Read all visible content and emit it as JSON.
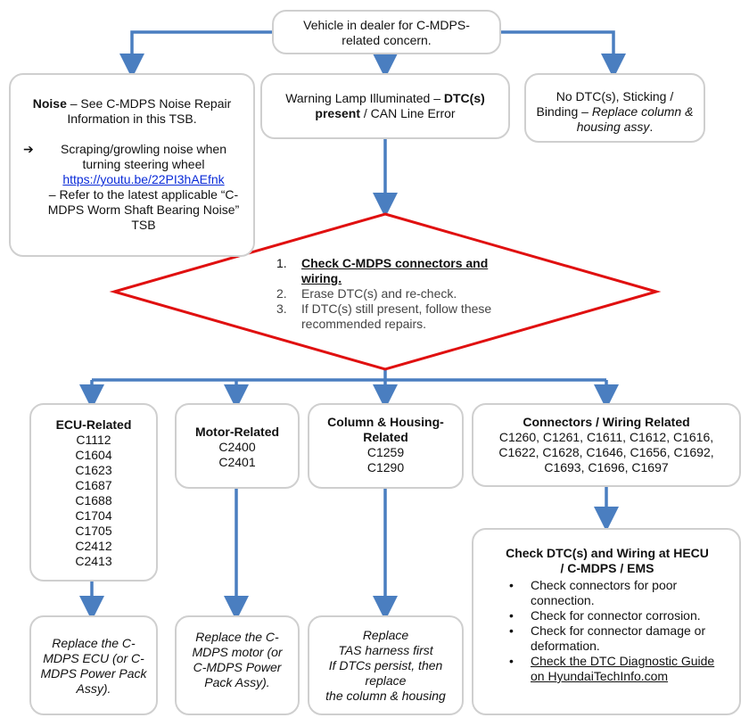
{
  "colors": {
    "connector": "#4a7ec0",
    "decision_border": "#e01010",
    "box_border": "#cfcfcf",
    "link": "#0a2bd8"
  },
  "start": {
    "line1": "Vehicle in dealer for C-MDPS-",
    "line2": "related concern."
  },
  "noise": {
    "title": "Noise",
    "desc": " – See C-MDPS Noise Repair Information in this TSB.",
    "arrow_glyph": "➔",
    "bullet_text": "Scraping/growling noise when turning steering wheel",
    "link": "https://youtu.be/22PI3hAEfnk",
    "after_link": "– Refer to the latest applicable “C-MDPS Worm Shaft Bearing Noise” TSB"
  },
  "warning": {
    "pre": "Warning Lamp Illuminated – ",
    "bold": "DTC(s) present",
    "post": " / CAN Line Error"
  },
  "no_dtc": {
    "pre": "No DTC(s), Sticking / Binding – ",
    "italic": "Replace column & housing assy",
    "post": "."
  },
  "decision": {
    "steps": [
      {
        "num": "1.",
        "text": "Check C-MDPS connectors and wiring."
      },
      {
        "num": "2.",
        "text": "Erase DTC(s) and re-check."
      },
      {
        "num": "3.",
        "text": "If DTC(s) still present, follow these recommended repairs."
      }
    ]
  },
  "ecu": {
    "title": "ECU-Related",
    "codes": [
      "C1112",
      "C1604",
      "C1623",
      "C1687",
      "C1688",
      "C1704",
      "C1705",
      "C2412",
      "C2413"
    ],
    "action": "Replace the C-MDPS ECU (or C-MDPS Power Pack Assy)."
  },
  "motor": {
    "title": "Motor-Related",
    "codes": [
      "C2400",
      "C2401"
    ],
    "action": "Replace the C-MDPS motor (or C-MDPS Power Pack Assy)."
  },
  "column": {
    "title": "Column & Housing-Related",
    "codes": [
      "C1259",
      "C1290"
    ],
    "action_lines": [
      "Replace",
      "TAS harness first",
      "If DTCs persist, then replace",
      "the column & housing"
    ]
  },
  "connectors": {
    "title": "Connectors / Wiring Related",
    "codes": "C1260, C1261, C1611, C1612, C1616, C1622, C1628, C1646, C1656, C1692, C1693, C1696, C1697"
  },
  "check": {
    "title": "Check DTC(s) and Wiring at HECU / C-MDPS / EMS",
    "bullets": [
      "Check connectors for poor connection.",
      "Check for connector corrosion.",
      "Check for connector damage or deformation."
    ],
    "link_bullet": "Check the DTC Diagnostic Guide on HyundaiTechInfo.com"
  }
}
